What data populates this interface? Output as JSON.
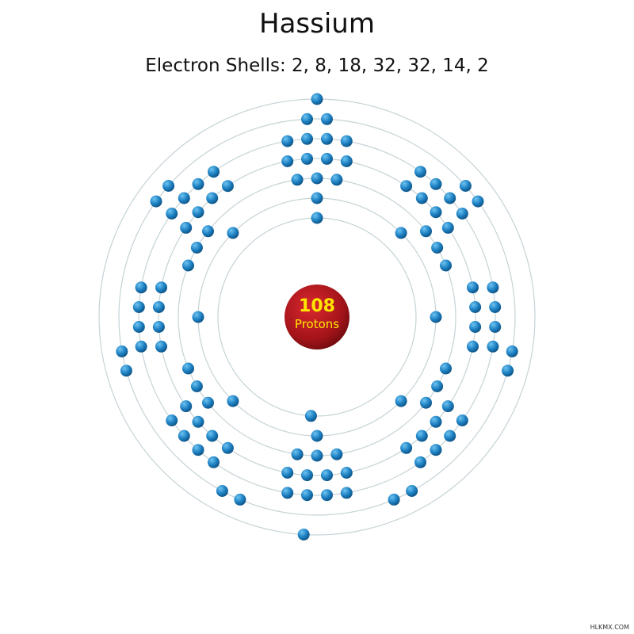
{
  "element": {
    "name": "Hassium",
    "shells_label": "Electron Shells: 2, 8, 18, 32, 32, 14, 2",
    "shells": [
      2,
      8,
      18,
      32,
      32,
      14,
      2
    ]
  },
  "nucleus": {
    "protons": "108",
    "label": "Protons"
  },
  "watermark": "HLKMX.COM",
  "colors": {
    "nucleus": "#b3151b",
    "proton_text": "#ffe600",
    "electron": "#1e82c4",
    "orbit": "#c6d3d6"
  }
}
